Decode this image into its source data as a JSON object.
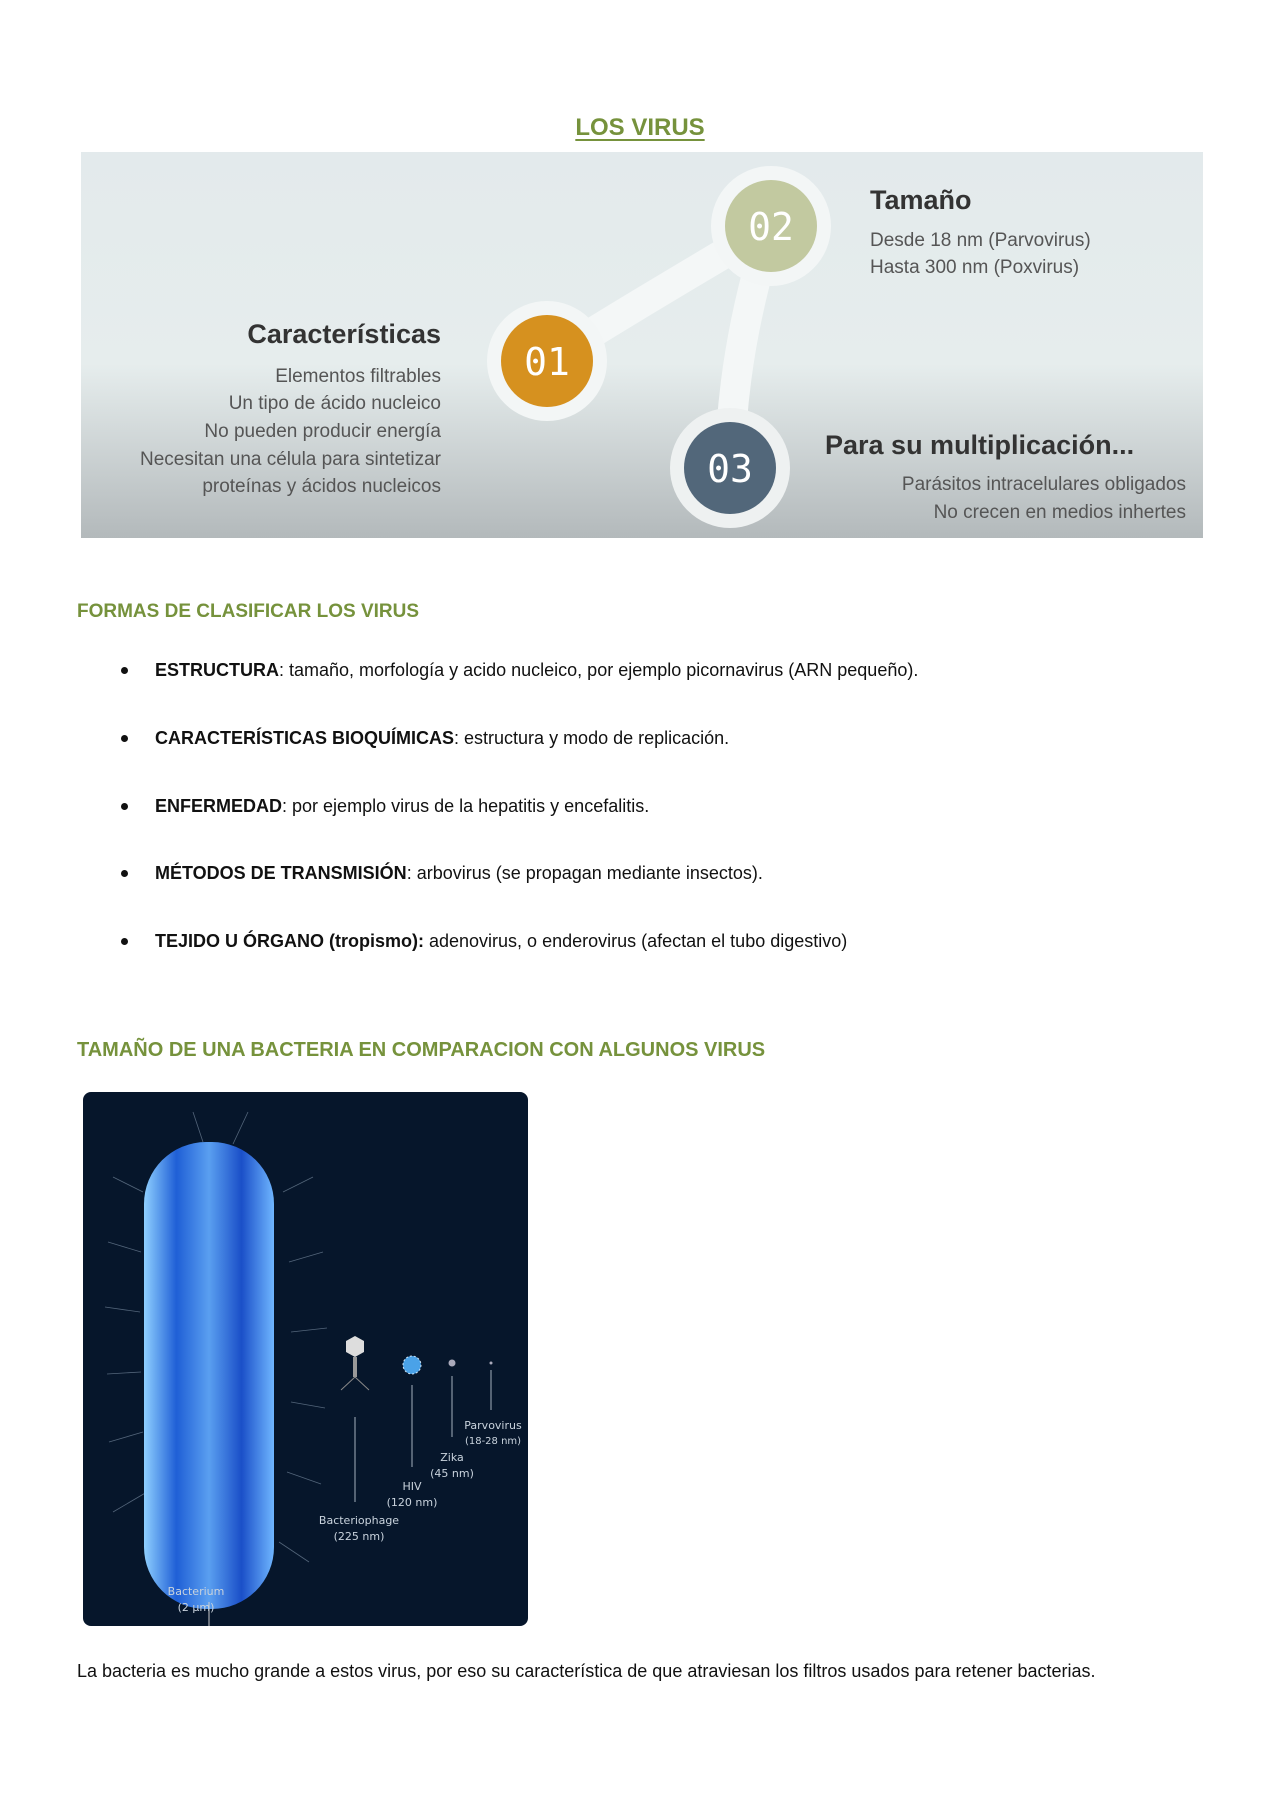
{
  "title": "LOS VIRUS",
  "banner": {
    "step1": {
      "number": "01",
      "heading": "Características",
      "lines": [
        "Elementos filtrables",
        "Un tipo de ácido nucleico",
        "No pueden producir energía",
        "Necesitan una célula para sintetizar",
        "proteínas y ácidos nucleicos"
      ],
      "color": "#d6911f"
    },
    "step2": {
      "number": "02",
      "heading": "Tamaño",
      "lines": [
        "Desde 18 nm (Parvovirus)",
        "Hasta 300 nm (Poxvirus)"
      ],
      "color": "#c2c9a0"
    },
    "step3": {
      "number": "03",
      "heading": "Para su multiplicación...",
      "lines": [
        "Parásitos intracelulares obligados",
        "No crecen en medios inhertes"
      ],
      "color": "#52677a"
    }
  },
  "section1": {
    "heading": "FORMAS DE CLASIFICAR LOS VIRUS",
    "items": [
      {
        "term": "ESTRUCTURA",
        "sep": ":",
        "text": " tamaño, morfología y acido nucleico, por ejemplo picornavirus (ARN pequeño)."
      },
      {
        "term": "CARACTERÍSTICAS BIOQUÍMICAS",
        "sep": ":",
        "text": " estructura y modo de replicación."
      },
      {
        "term": "ENFERMEDAD",
        "sep": ":",
        "text": " por ejemplo virus de la hepatitis y encefalitis."
      },
      {
        "term": "MÉTODOS DE TRANSMISIÓN",
        "sep": ":",
        "text": " arbovirus (se propagan mediante insectos)."
      },
      {
        "term": "TEJIDO U ÓRGANO (tropismo):",
        "sep": "",
        "text": " adenovirus, o enderovirus (afectan el tubo digestivo)"
      }
    ]
  },
  "section2": {
    "heading": "TAMAÑO DE UNA BACTERIA EN COMPARACION CON ALGUNOS VIRUS",
    "figure": {
      "bacterium": {
        "name": "Bacterium",
        "size": "(2 µm)"
      },
      "bacteriophage": {
        "name": "Bacteriophage",
        "size": "(225 nm)"
      },
      "hiv": {
        "name": "HIV",
        "size": "(120 nm)"
      },
      "zika": {
        "name": "Zika",
        "size": "(45 nm)"
      },
      "parvovirus": {
        "name": "Parvovirus",
        "size": "(18-28 nm)"
      }
    },
    "paragraph": "La bacteria es mucho grande a estos virus, por eso su característica de que atraviesan los filtros usados para retener bacterias."
  }
}
